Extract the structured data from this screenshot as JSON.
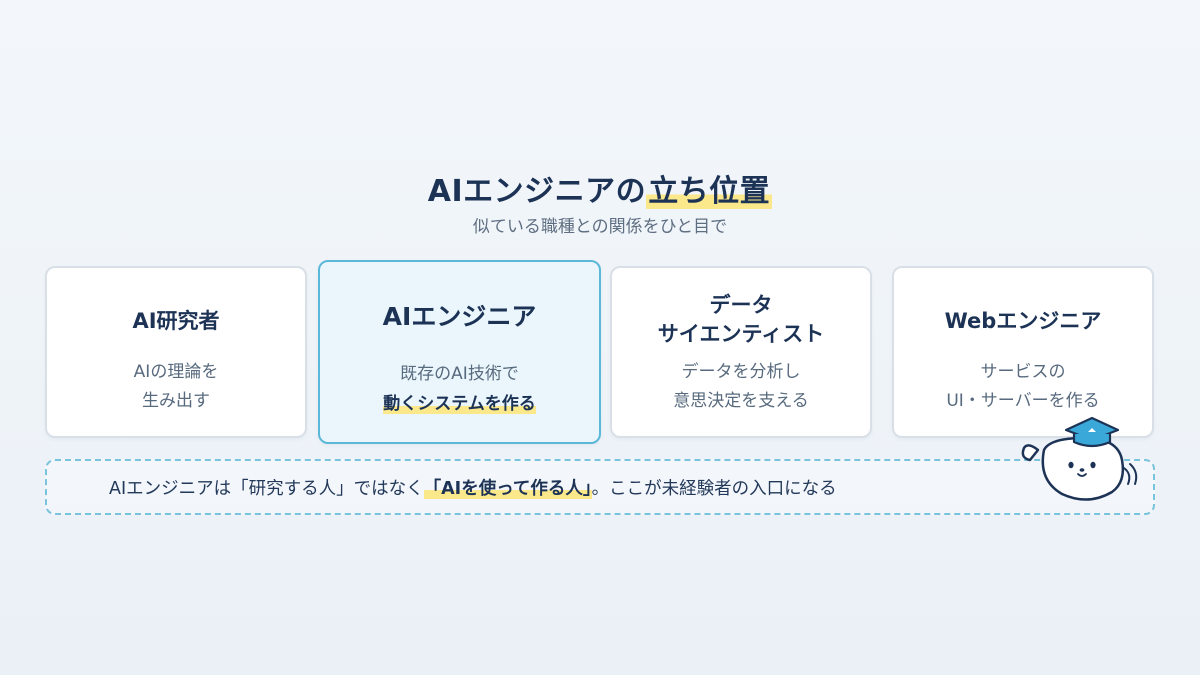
{
  "header": {
    "title_prefix": "AIエンジニアの",
    "title_highlight": "立ち位置",
    "subtitle": "似ている職種との関係をひと目で"
  },
  "cards": [
    {
      "title_lines": [
        "AI研究者"
      ],
      "desc_lines": [
        "AIの理論を",
        "生み出す"
      ]
    },
    {
      "title_lines": [
        "AIエンジニア"
      ],
      "desc_lines": [
        "既存のAI技術で"
      ],
      "desc_strong": "動くシステムを作る",
      "highlighted": true
    },
    {
      "title_lines": [
        "データ",
        "サイエンティスト"
      ],
      "desc_lines": [
        "データを分析し",
        "意思決定を支える"
      ]
    },
    {
      "title_lines": [
        "Webエンジニア"
      ],
      "desc_lines": [
        "サービスの",
        "UI・サーバーを作る"
      ]
    }
  ],
  "callout": {
    "text_before": "AIエンジニアは「研究する人」ではなく",
    "text_emphasis": "「AIを使って作る人」",
    "text_after": "。ここが未経験者の入口になる"
  },
  "colors": {
    "accent": "#5bb8d8",
    "highlight": "#fbe88a",
    "navy": "#1d3356",
    "mascot_cap": "#3aa8d8"
  },
  "icons": {
    "mascot": "seal-mascot-with-graduation-cap-icon"
  }
}
